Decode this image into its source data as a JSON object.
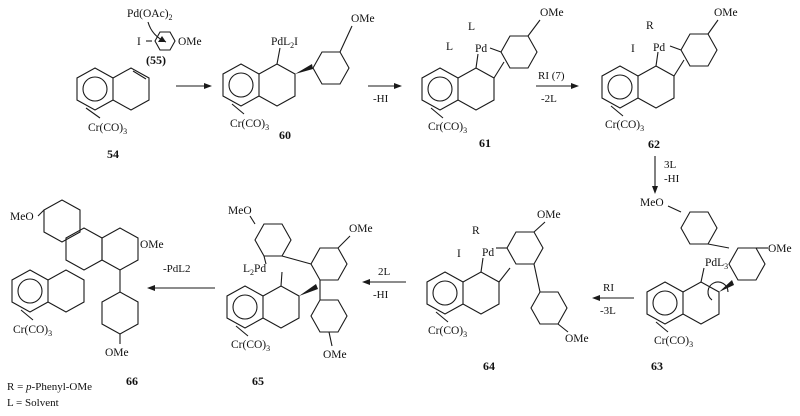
{
  "reagents": {
    "pd_catalyst": "Pd(OAc)",
    "pd_catalyst_sub": "2",
    "aryl_iodide_i": "I",
    "aryl_iodide_ome": "OMe",
    "aryl_iodide_num": "(55)"
  },
  "fragments": {
    "cr_co3": "Cr(CO)",
    "sub3": "3",
    "ome": "OMe",
    "meo": "MeO",
    "pd": "Pd",
    "pdl2i": "PdL",
    "pdl2i_sub": "2",
    "pdl2i_tail": "I",
    "pdl3": "PdL",
    "pdl3_sub": "3",
    "l2pd": "L",
    "l2pd_sub": "2",
    "l2pd_tail": "Pd",
    "l": "L",
    "r": "R",
    "i": "I"
  },
  "compounds": [
    "54",
    "60",
    "61",
    "62",
    "63",
    "64",
    "65",
    "66"
  ],
  "conditions": {
    "minus_hi": "-HI",
    "ri7": "RI (7)",
    "minus_2l": "-2L",
    "three_l": "3L",
    "ri": "RI",
    "minus_3l": "-3L",
    "two_l": "2L",
    "minus_pdl2": "-PdL2"
  },
  "legend": {
    "r_def_prefix": "R = ",
    "r_def_italic": "p",
    "r_def_suffix": "-Phenyl-OMe",
    "l_def": "L = Solvent"
  }
}
